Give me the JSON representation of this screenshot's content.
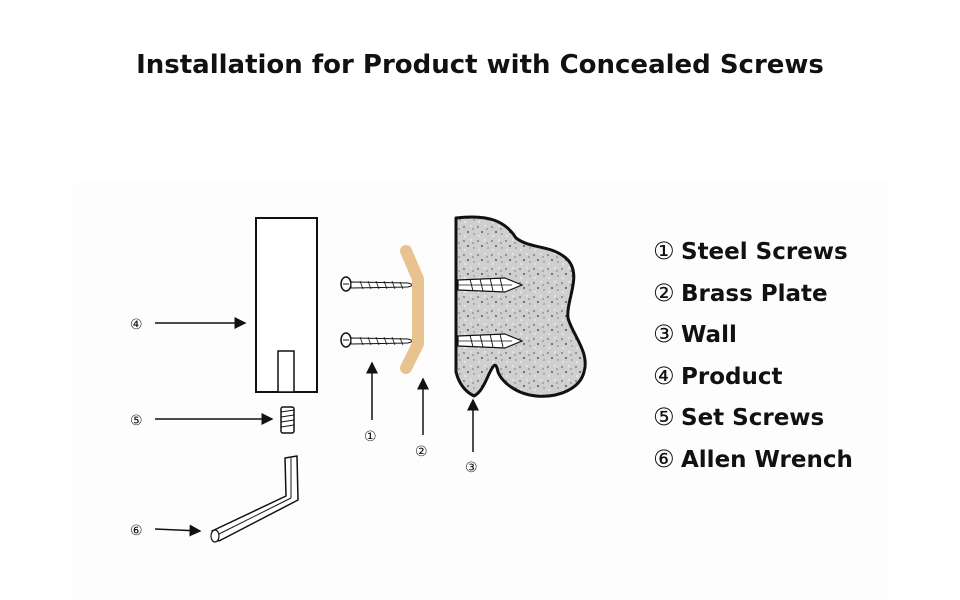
{
  "title": "Installation for Product with Concealed Screws",
  "legend": [
    {
      "num": "①",
      "label": "Steel Screws"
    },
    {
      "num": "②",
      "label": "Brass Plate"
    },
    {
      "num": "③",
      "label": "Wall"
    },
    {
      "num": "④",
      "label": "Product"
    },
    {
      "num": "⑤",
      "label": "Set Screws"
    },
    {
      "num": "⑥",
      "label": "Allen Wrench"
    }
  ],
  "callouts": {
    "c1": "①",
    "c2": "②",
    "c3": "③",
    "c4": "④",
    "c5": "⑤",
    "c6": "⑥"
  },
  "colors": {
    "brass": "#e8c38f",
    "wall": "#cfcfcf",
    "outline": "#111111"
  }
}
